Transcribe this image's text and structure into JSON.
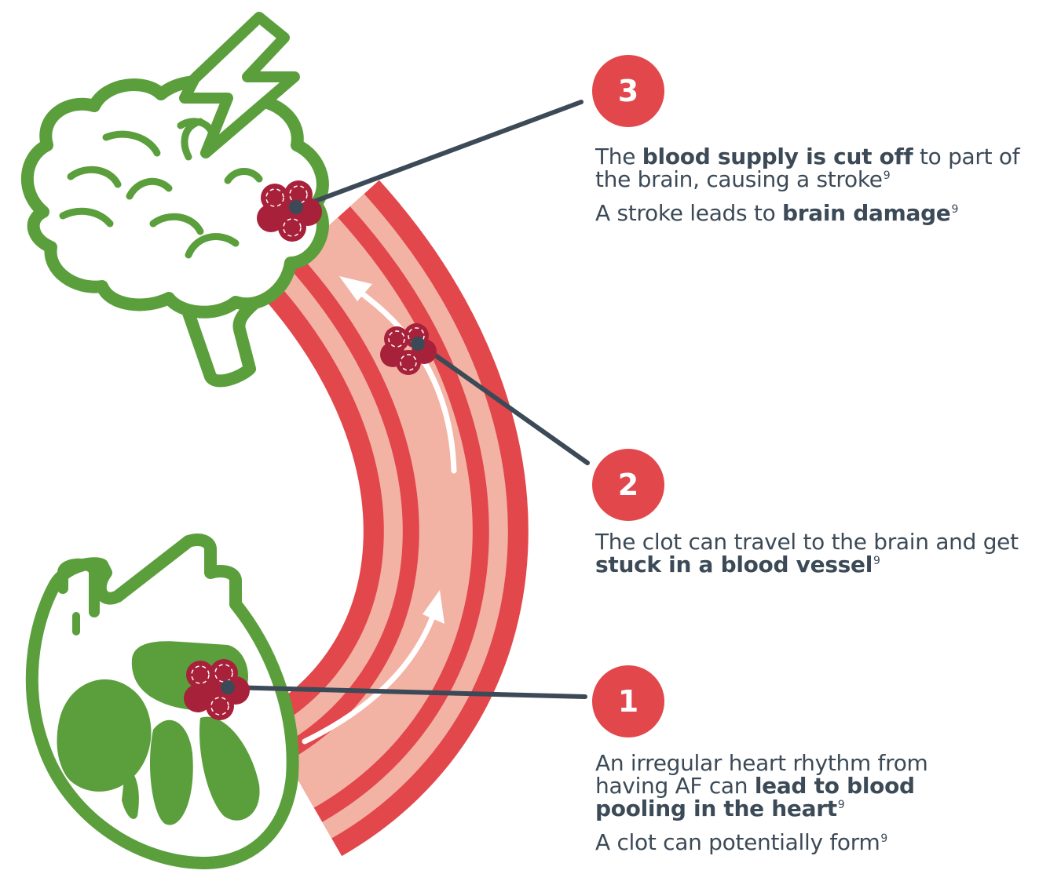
{
  "colors": {
    "outline_green": "#5b9f3d",
    "vessel_red": "#e2474c",
    "vessel_fill": "#f2b3a5",
    "clot": "#a8213a",
    "leader": "#3c4a57",
    "badge": "#e2474c",
    "text": "#3c4a57"
  },
  "icons": [
    "brain-icon",
    "lightning-bolt-icon",
    "heart-icon",
    "blood-clot-icon",
    "flow-arrow-icon"
  ],
  "steps": [
    {
      "number": "3",
      "lines": [
        [
          {
            "text": "The ",
            "bold": false
          },
          {
            "text": "blood supply is cut off",
            "bold": true
          },
          {
            "text": " to part of the brain, causing a stroke",
            "bold": false
          },
          {
            "text": "9",
            "sup": true
          }
        ],
        [
          {
            "text": "A stroke leads to ",
            "bold": false
          },
          {
            "text": "brain damage",
            "bold": true
          },
          {
            "text": "9",
            "sup": true
          }
        ]
      ]
    },
    {
      "number": "2",
      "lines": [
        [
          {
            "text": "The clot can travel to the brain and get ",
            "bold": false
          },
          {
            "text": "stuck in a blood vessel",
            "bold": true
          },
          {
            "text": "9",
            "sup": true
          }
        ]
      ]
    },
    {
      "number": "1",
      "lines": [
        [
          {
            "text": "An irregular heart rhythm from having AF can ",
            "bold": false
          },
          {
            "text": "lead to blood pooling in the heart",
            "bold": true
          },
          {
            "text": "9",
            "sup": true
          }
        ],
        [
          {
            "text": "A clot can potentially form",
            "bold": false
          },
          {
            "text": "9",
            "sup": true
          }
        ]
      ]
    }
  ]
}
